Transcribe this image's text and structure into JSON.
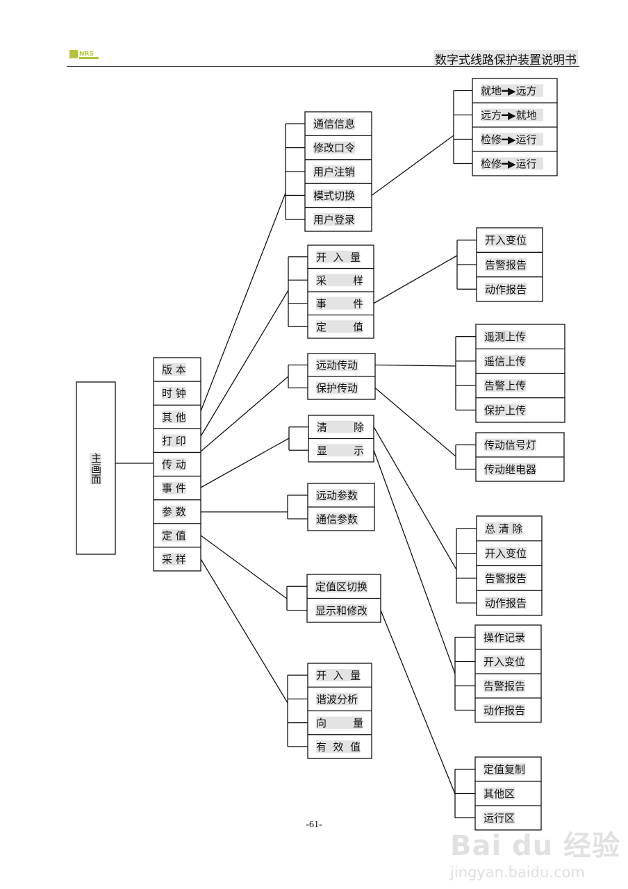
{
  "header": {
    "title": "数字式线路保护装置说明书",
    "logo_text": "NRS"
  },
  "root": "主画面",
  "level1": [
    "版 本",
    "时 钟",
    "其 他",
    "打 印",
    "传 动",
    "事 件",
    "参 数",
    "定 值",
    "采 样"
  ],
  "level2": [
    [
      "通信信息",
      "修改口令",
      "用户注销",
      "模式切换",
      "用户登录"
    ],
    [
      "开  入  量",
      "采        样",
      "事        件",
      "定        值"
    ],
    [
      "远动传动",
      "保护传动"
    ],
    [
      "清        除",
      "显        示"
    ],
    [
      "远动参数",
      "通信参数"
    ],
    [
      "定值区切换",
      "显示和修改"
    ],
    [
      "开  入  量",
      "谐波分析",
      "向        量",
      "有  效  值"
    ]
  ],
  "level3": [
    [
      "就地━▶远方",
      "远方━▶就地",
      "检修━▶运行",
      "检修━▶运行"
    ],
    [
      "开入变位",
      "告警报告",
      "动作报告"
    ],
    [
      "遥测上传",
      "遥信上传",
      "告警上传",
      "保护上传"
    ],
    [
      "传动信号灯",
      "传动继电器"
    ],
    [
      "总 清 除",
      "开入变位",
      "告警报告",
      "动作报告"
    ],
    [
      "操作记录",
      "开入变位",
      "告警报告",
      "动作报告"
    ],
    [
      "定值复制",
      "其他区",
      "运行区"
    ]
  ],
  "footer": {
    "page": "-61-"
  },
  "watermark": {
    "brand": "Bai du 经验",
    "url": "jingyan.baidu.com"
  },
  "colors": {
    "line": "#111111",
    "text_highlight": "#e3e3e3",
    "logo": "#b5c43a"
  }
}
